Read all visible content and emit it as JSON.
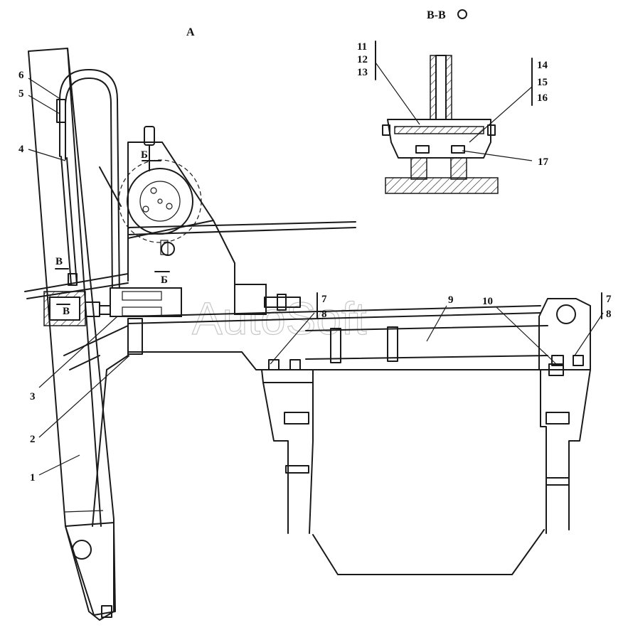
{
  "titles": {
    "view_a": "А",
    "section_bb": "В-В"
  },
  "section_marks": {
    "b_top": "Б",
    "b_bottom": "Б",
    "v_top": "В",
    "v_bottom": "В"
  },
  "callouts": {
    "c1": "1",
    "c2": "2",
    "c3": "3",
    "c4": "4",
    "c5": "5",
    "c6": "6",
    "c7a": "7",
    "c8a": "8",
    "c9": "9",
    "c10": "10",
    "c7b": "7",
    "c8b": "8",
    "c11": "11",
    "c12": "12",
    "c13": "13",
    "c14": "14",
    "c15": "15",
    "c16": "16",
    "c17": "17"
  },
  "watermark": "AutoSoft"
}
